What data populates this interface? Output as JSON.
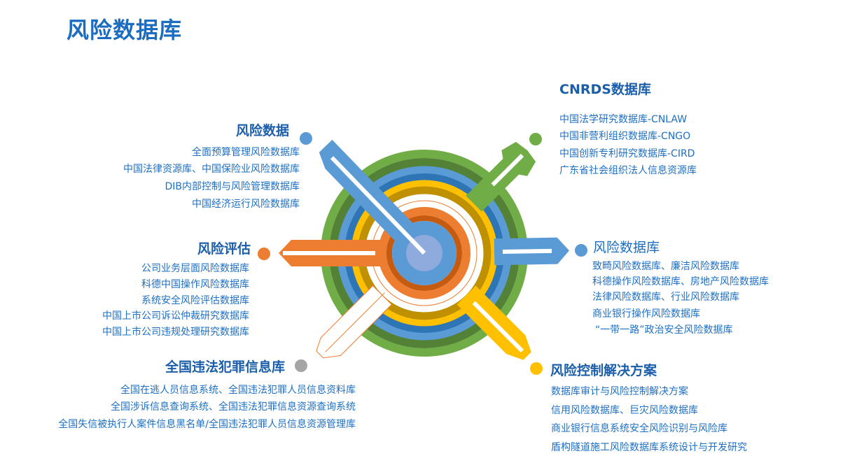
{
  "title": "风险数据库",
  "colors": {
    "blue": "#5b9bd5",
    "orange": "#ed7d31",
    "green": "#70ad47",
    "yellow": "#ffc000",
    "gray": "#a5a5a5",
    "text": "#1e6fc2"
  },
  "groups": {
    "risk_data": {
      "title": "风险数据",
      "items": [
        "全面预算管理风险数据库",
        "中国法律资源库、中国保险业风险数据库",
        "DIB内部控制与风险管理数据库",
        "中国经济运行风险数据库"
      ]
    },
    "risk_assessment": {
      "title": "风险评估",
      "items": [
        "公司业务层面风险数据库",
        "科德中国操作风险数据库",
        "系统安全风险评估数据库",
        "中国上市公司诉讼仲裁研究数据库",
        "中国上市公司违规处理研究数据库"
      ]
    },
    "crime_info": {
      "title": "全国违法犯罪信息库",
      "items": [
        "全国在逃人员信息系统、全国违法犯罪人员信息资料库",
        "全国涉诉信息查询系统、全国违法犯罪信息资源查询系统",
        "全国失信被执行人案件信息黑名单/全国违法犯罪人员信息资源管理库"
      ]
    },
    "cnrds": {
      "title": "CNRDS数据库",
      "items": [
        "中国法学研究数据库-CNLAW",
        "中国非营利组织数据库-CNGO",
        "中国创新专利研究数据库-CIRD",
        "广东省社会组织法人信息资源库"
      ]
    },
    "risk_db": {
      "title": "风险数据库",
      "items": [
        "致畸风险数据库、廉洁风险数据库",
        "科德操作风险数据库、房地产风险数据库",
        "法律风险数据库、行业风险数据库",
        "商业银行操作风险数据库",
        "“一带一路”政治安全风险数据库"
      ]
    },
    "risk_control": {
      "title": "风险控制解决方案",
      "items": [
        "数据库审计与风险控制解决方案",
        "信用风险数据库、巨灾风险数据库",
        "商业银行信息系统安全风险识别与风险库",
        "盾构隧道施工风险数据库系统设计与开发研究"
      ]
    }
  }
}
